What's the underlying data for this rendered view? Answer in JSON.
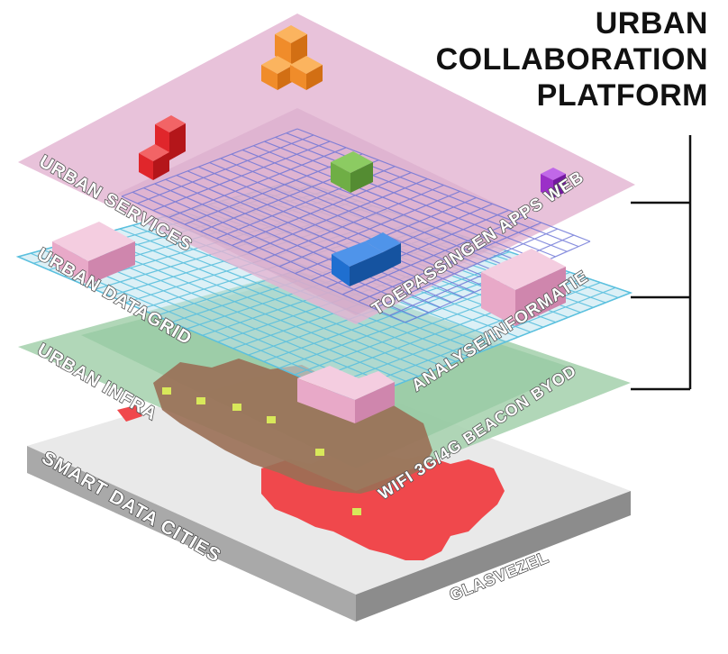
{
  "title": {
    "line1": "URBAN",
    "line2": "COLLABORATION",
    "line3": "PLATFORM"
  },
  "layers": {
    "services": {
      "left_label": "URBAN SERVICES",
      "right_label": "TOEPASSINGEN APPS WEB",
      "color": "#e3b5d2"
    },
    "datagrid": {
      "left_label": "URBAN DATAGRID",
      "right_label": "ANALYSE/INFORMATIE",
      "color": "#a9d9e6"
    },
    "infra": {
      "left_label": "URBAN INFRA",
      "right_label": "WIFI 3G/4G BEACON BYOD",
      "color": "#a8d3b0"
    },
    "base": {
      "left_label": "SMART DATA CITIES",
      "right_label": "GLASVEZEL",
      "color": "#c8c8c8"
    }
  },
  "colors": {
    "blocks_orange": "#f08c2a",
    "blocks_red": "#e0262b",
    "blocks_green": "#6fae45",
    "blocks_purple": "#9b2fc8",
    "blocks_blue": "#1f6fd0",
    "blocks_pink": "#e8a9c8",
    "map_red": "#f0484c",
    "map_brown": "#9a6f55"
  }
}
